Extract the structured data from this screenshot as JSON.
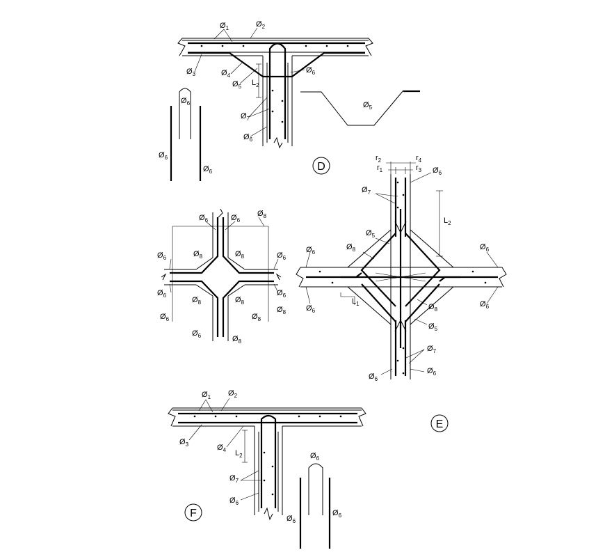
{
  "details": [
    {
      "id": "D",
      "label": "D"
    },
    {
      "id": "E",
      "label": "E"
    },
    {
      "id": "F",
      "label": "F"
    }
  ],
  "symbols": {
    "phi": "Ø",
    "L": "L",
    "r": "r"
  },
  "subscripts": {
    "s1": "1",
    "s2": "2",
    "s3": "3",
    "s4": "4",
    "s5": "5",
    "s6": "6",
    "s7": "7",
    "s8": "8"
  }
}
